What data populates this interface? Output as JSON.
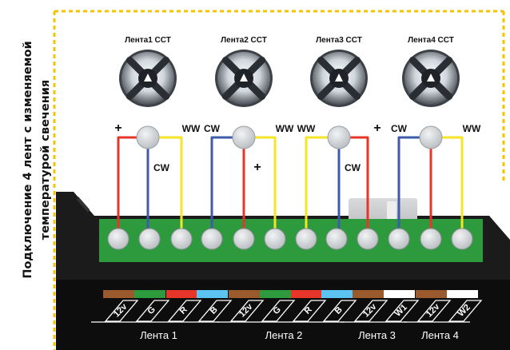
{
  "side_title": {
    "line1": "Подключение 4 лент с изменяемой",
    "line2": "температурой свечения"
  },
  "strips": [
    {
      "title": "Лента1 ССТ",
      "pole_labels": [
        "+",
        "WW"
      ],
      "center_label": "CW"
    },
    {
      "title": "Лента2 ССТ",
      "pole_labels": [
        "CW",
        "WW"
      ],
      "center_label": "+"
    },
    {
      "title": "Лента3 ССТ",
      "pole_labels": [
        "WW",
        "+"
      ],
      "center_label": "CW"
    },
    {
      "title": "Лента4 ССТ",
      "pole_labels": [
        "CW",
        "WW"
      ],
      "center_label": ""
    }
  ],
  "terminal_labels": [
    "12v",
    "G",
    "R",
    "B",
    "12v",
    "G",
    "R",
    "B",
    "12v",
    "W1",
    "12v",
    "W2"
  ],
  "group_labels": [
    "Лента 1",
    "Лента 2",
    "Лента 3",
    "Лента 4"
  ],
  "colors": {
    "wire_red": "#e8352a",
    "wire_blue": "#3f5bab",
    "wire_yellow": "#f5e625",
    "terminal_board": "#2e9a3e",
    "controller_body": "#1b1b1b",
    "border_yellow": "#f5c400",
    "code_brown": "#9a5a2e",
    "code_green": "#2e9a3e",
    "code_red": "#e8352a",
    "code_blue": "#5cc4f0",
    "code_white": "#ffffff"
  },
  "terminal_code_colors": [
    "code_brown",
    "code_green",
    "code_red",
    "code_blue",
    "code_brown",
    "code_green",
    "code_red",
    "code_blue",
    "code_brown",
    "code_white",
    "code_brown",
    "code_white"
  ]
}
